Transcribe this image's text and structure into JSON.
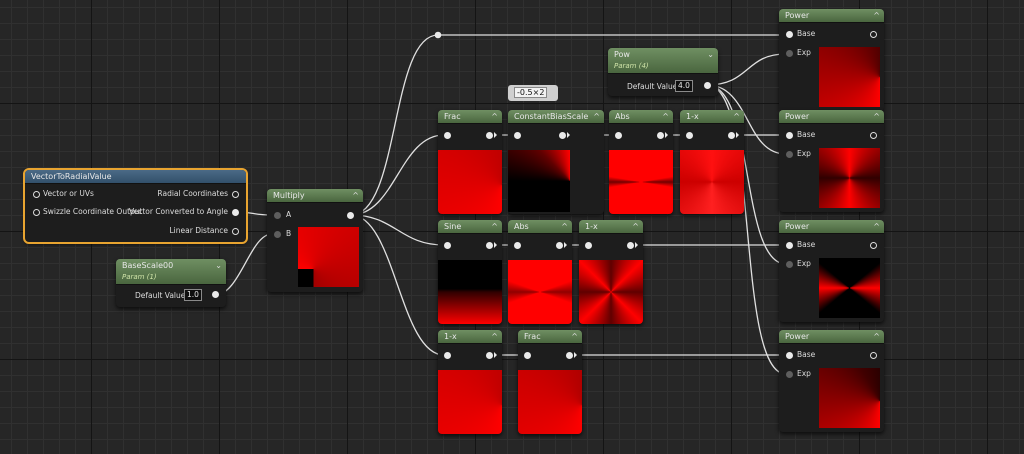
{
  "nodes": {
    "vector_to_radial": {
      "title": "VectorToRadialValue",
      "inputs": [
        "Vector or UVs",
        "Swizzle Coordinate Output"
      ],
      "outputs": [
        "Radial Coordinates",
        "Vector Converted to Angle",
        "Linear Distance"
      ]
    },
    "basescale": {
      "title": "BaseScale00",
      "subtitle": "Param (1)",
      "field_label": "Default Value",
      "value": "1.0"
    },
    "multiply": {
      "title": "Multiply",
      "pin_a": "A",
      "pin_b": "B"
    },
    "pow_param": {
      "title": "Pow",
      "subtitle": "Param (4)",
      "field_label": "Default Value",
      "value": "4.0"
    },
    "cbs_comment": "-0.5×2",
    "row1": {
      "frac": "Frac",
      "cbs": "ConstantBiasScale",
      "abs": "Abs",
      "one_minus": "1-x"
    },
    "row2": {
      "sine": "Sine",
      "abs": "Abs",
      "one_minus": "1-x"
    },
    "row3": {
      "one_minus": "1-x",
      "frac": "Frac"
    },
    "power_nodes": [
      {
        "title": "Power",
        "base": "Base",
        "exp": "Exp"
      },
      {
        "title": "Power",
        "base": "Base",
        "exp": "Exp"
      },
      {
        "title": "Power",
        "base": "Base",
        "exp": "Exp"
      },
      {
        "title": "Power",
        "base": "Base",
        "exp": "Exp"
      }
    ]
  },
  "colors": {
    "background": "#262626",
    "node_header": "#5a7a4e",
    "function_header": "#3f5e7a",
    "selection": "#e8a430",
    "preview_red": "#ff0000"
  }
}
